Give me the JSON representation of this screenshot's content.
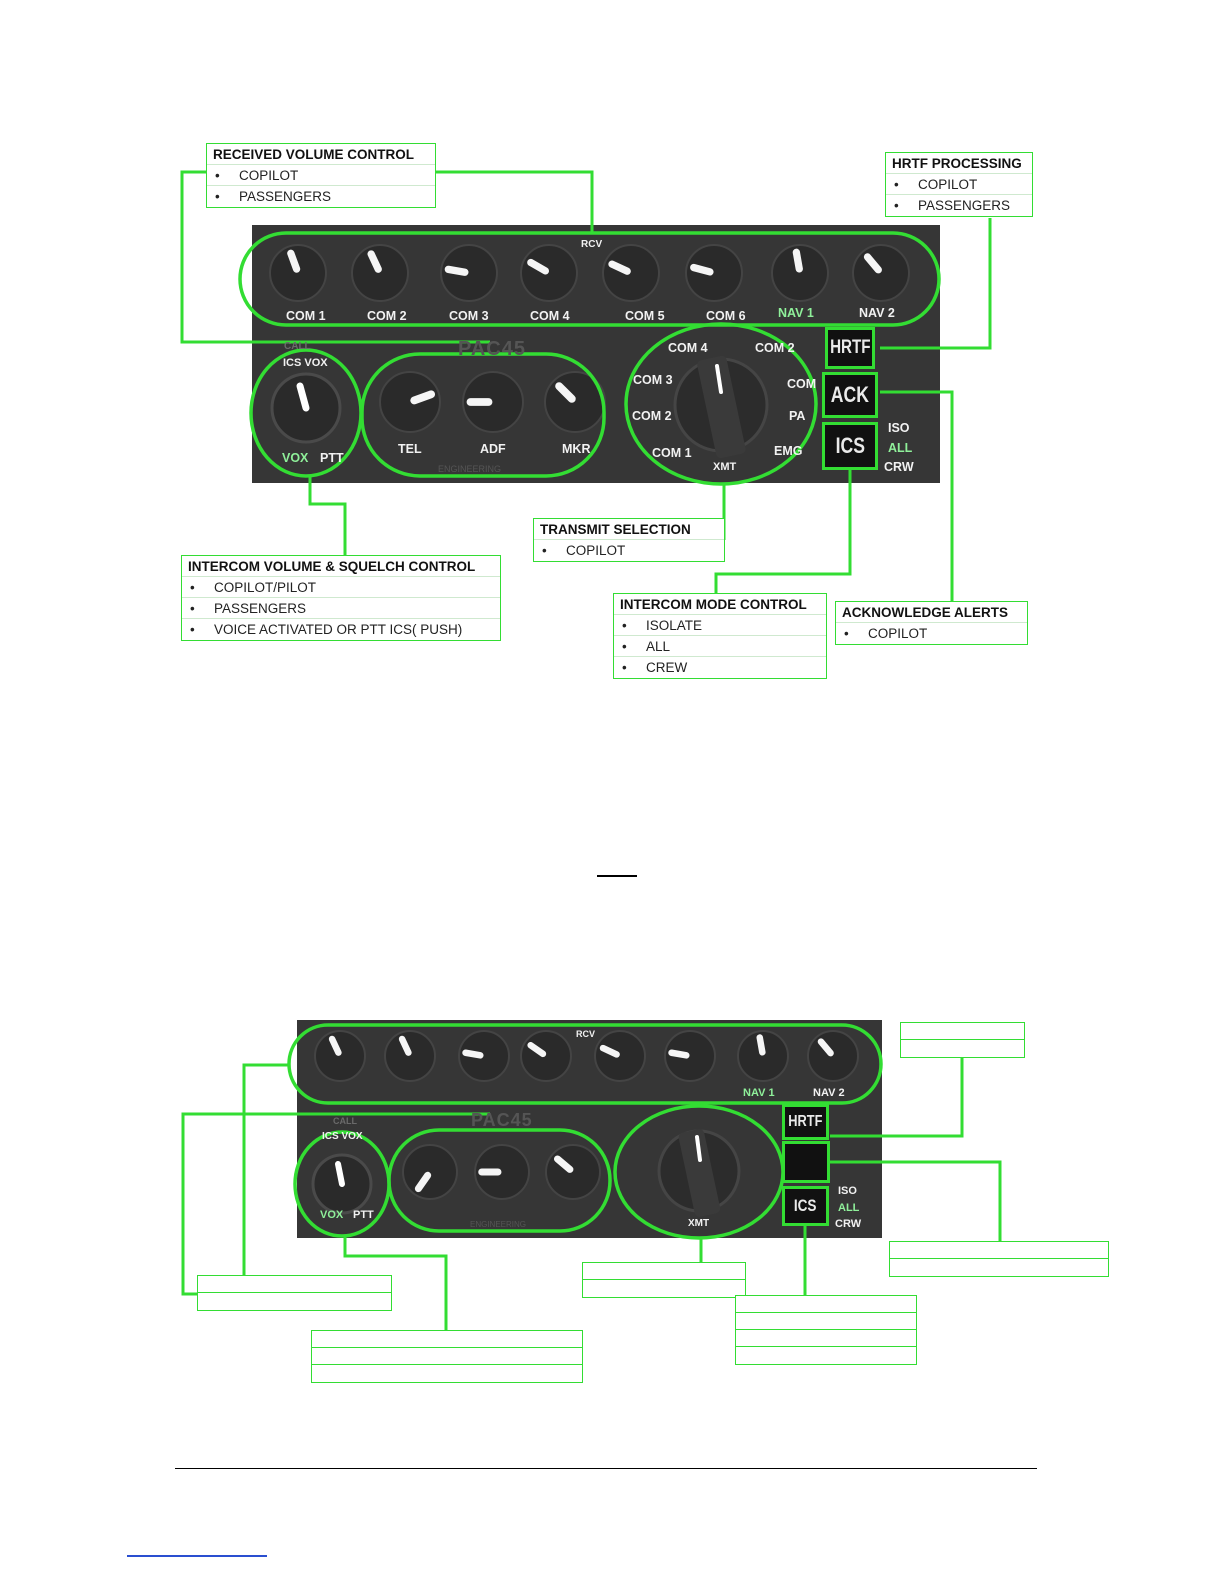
{
  "figure_top": {
    "panel_labels": {
      "rcv": "RCV",
      "knobs": [
        "COM 1",
        "COM 2",
        "COM 3",
        "COM 4",
        "COM 5",
        "COM 6",
        "NAV 1",
        "NAV 2"
      ],
      "brand": "PAC45",
      "call": "CALL",
      "ics_vox": "ICS VOX",
      "vox": "VOX",
      "ptt": "PTT",
      "aux_knobs": [
        "TEL",
        "ADF",
        "MKR"
      ],
      "logo": "ENGINEERING",
      "selector_positions": [
        "COM 4",
        "COM 2",
        "COM 3",
        "COM",
        "COM 2",
        "PA",
        "COM 1",
        "EMG"
      ],
      "xmt": "XMT",
      "buttons": [
        "HRTF",
        "ACK",
        "ICS"
      ],
      "mode_labels": [
        "ISO",
        "ALL",
        "CRW"
      ]
    },
    "callouts": {
      "received_volume": {
        "title": "RECEIVED  VOLUME CONTROL",
        "items": [
          "COPILOT",
          "PASSENGERS"
        ]
      },
      "hrtf": {
        "title": "HRTF PROCESSING",
        "items": [
          "COPILOT",
          "PASSENGERS"
        ]
      },
      "intercom_volume": {
        "title": "INTERCOM VOLUME & SQUELCH CONTROL",
        "items": [
          "COPILOT/PILOT",
          "PASSENGERS",
          "VOICE ACTIVATED OR PTT ICS( PUSH)"
        ]
      },
      "transmit": {
        "title": "TRANSMIT SELECTION",
        "items": [
          "COPILOT"
        ]
      },
      "intercom_mode": {
        "title": "INTERCOM MODE CONTROL",
        "items": [
          "ISOLATE",
          "ALL",
          "CREW"
        ]
      },
      "acknowledge": {
        "title": "ACKNOWLEDGE ALERTS",
        "items": [
          "COPILOT"
        ]
      }
    }
  },
  "figure_bottom": {
    "panel_labels": {
      "rcv": "RCV",
      "nav1": "NAV 1",
      "nav2": "NAV 2",
      "brand": "PAC45",
      "call": "CALL",
      "ics_vox": "ICS VOX",
      "vox": "VOX",
      "ptt": "PTT",
      "logo": "ENGINEERING",
      "xmt": "XMT",
      "buttons": [
        "HRTF",
        "ICS"
      ],
      "mode_labels": [
        "ISO",
        "ALL",
        "CRW"
      ]
    }
  },
  "colors": {
    "accent": "#33dd33",
    "panel": "#363636",
    "knob": "#2a2a2a"
  }
}
